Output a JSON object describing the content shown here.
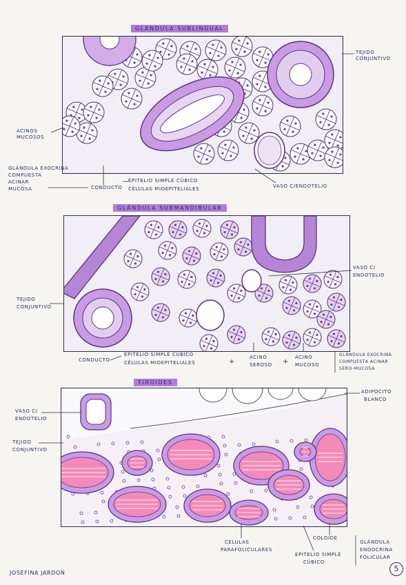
{
  "sections": [
    {
      "title": "GLÁNDULA SUBLINGUAL",
      "labels": {
        "tejido": "TEJIDO CONJUNTIVO",
        "acinos": "ACINOS MUCOSOS",
        "glandula1": "GLÁNDULA EXOCRINA",
        "glandula2": "COMPUESTA",
        "glandula3": "ACINAR",
        "glandula4": "MUCOSA",
        "conducto": "CONDUCTO",
        "epitelio": "EPITELIO SIMPLE CÚBICO",
        "celulas": "CÉLULAS MIOEPITELIALES",
        "vaso": "VASO C/ENDOTELIO"
      }
    },
    {
      "title": "GLÁNDULA SUBMANDIBULAR",
      "labels": {
        "vaso1": "VASO C/",
        "vaso2": "ENDOTELIO",
        "tejido1": "TEJIDO",
        "tejido2": "CONJUNTIVO",
        "conducto": "CONDUCTO",
        "epitelio": "EPITELIO SIMPLE CÚBICO",
        "celulas": "CÉLULAS MIOEPITELIALES",
        "plus1": "+",
        "seroso1": "ACINO",
        "seroso2": "SEROSO",
        "plus2": "+",
        "mucoso1": "ACINO",
        "mucoso2": "MUCOSO",
        "gland1": "GLÁNDULA EXOCRINA",
        "gland2": "COMPUESTA ACINAR",
        "gland3": "SERO-MUCOSA"
      }
    },
    {
      "title": "TIROIDES",
      "labels": {
        "adipocito1": "ADIPOCITO",
        "adipocito2": "BLANCO",
        "vaso1": "VASO C/",
        "vaso2": "ENDOTELIO",
        "tejido1": "TEJIDO",
        "tejido2": "CONJUNTIVO",
        "celulas1": "CÉLULAS",
        "celulas2": "PARAFOLICULARES",
        "coloide": "COLOIDE",
        "epitelio1": "EPITELIO SIMPLE",
        "epitelio2": "CÚBICO",
        "gland1": "GLÁNDULA",
        "gland2": "ENDOCRINA",
        "gland3": "FOLICULAR"
      }
    }
  ],
  "footer": {
    "author": "JOSEFINA JARDON",
    "page": "5"
  }
}
